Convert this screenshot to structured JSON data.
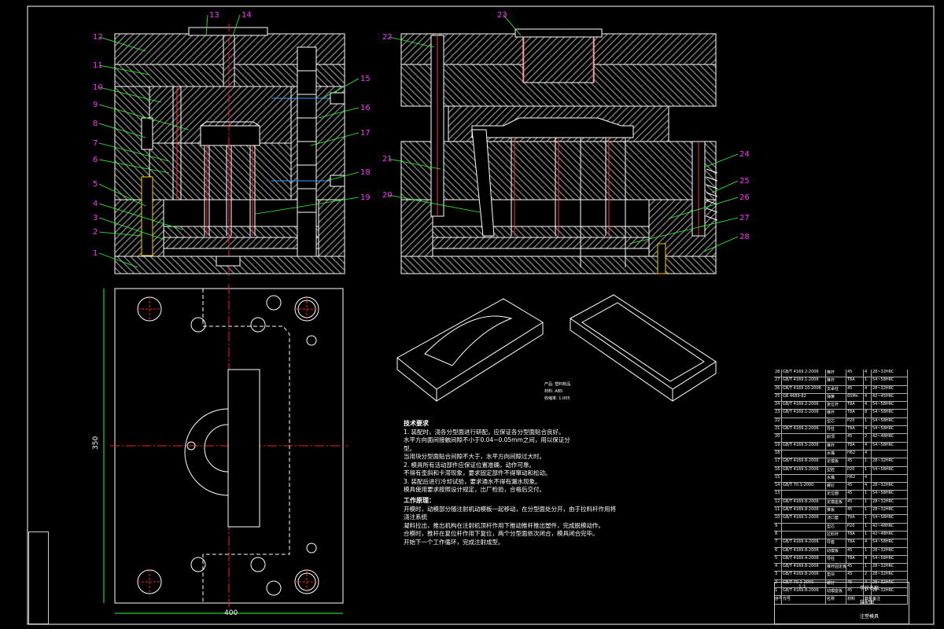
{
  "drawing": {
    "part_numbers_left": [
      "1",
      "2",
      "3",
      "4",
      "5",
      "6",
      "7",
      "8",
      "9",
      "10",
      "11",
      "12",
      "13",
      "14"
    ],
    "part_numbers_mid": [
      "15",
      "16",
      "17",
      "18",
      "19"
    ],
    "part_numbers_right": [
      "20",
      "21",
      "22",
      "23",
      "24",
      "25",
      "26",
      "27",
      "28"
    ],
    "dim_width": "400",
    "dim_height": "350",
    "iso_label_1": "产品: 塑料制品",
    "iso_label_2": "材料: ABS",
    "iso_label_3": "收缩率: 1.005",
    "colors": {
      "background": "#000000",
      "line": "#ffffff",
      "balloon": "#ff33ff",
      "center": "#ff2020",
      "hatch": "#9a9a9a",
      "green": "#30ff30"
    }
  },
  "tech": {
    "title": "技术要求",
    "lines": [
      "1. 装配时，浇各分型面进行研配，应保证各分型面贴合良好。",
      "水平方向面间接触间隙不小于0.04~0.05mm之间，用以保证分型。",
      "当用块分型面贴合间隙不大于，水平方向间隙过大时。",
      "2. 模具所有活动部件应保证位置准确，动作可靠。",
      "不得有歪斜和卡滞现象，要求固定部件不得窜动和松动。",
      "3. 装配后进行冷却试验，要求通水不得有漏水现象。",
      "模具使用要求按照设计规定，出厂检验，合格后交付。"
    ]
  },
  "work": {
    "title": "工作原理：",
    "lines": [
      "开模时，动模部分随注射机动模板一起移动，在分型面处分开，由于拉料杆作用将浇注系统",
      "凝料拉出，推出机构在注射机顶杆作用下推动推杆推出塑件，完成脱模动作。",
      "合模时，推杆在复位杆作用下复位，两个分型面依次闭合，模具闭合完毕。",
      "开始下一个工作循环，完成注射成型。"
    ]
  },
  "bom": {
    "rows": [
      [
        "28",
        "GB/T 4169.2-2006",
        "推杆",
        "45",
        "4",
        "28~32HRC"
      ],
      [
        "27",
        "GB/T 4169.1-2006",
        "推杆",
        "T8A",
        "1",
        "54~58HRC"
      ],
      [
        "26",
        "GB/T 4169.10-2006",
        "支承柱",
        "45",
        "4",
        "28~32HRC"
      ],
      [
        "25",
        "GB 4689-82",
        "弹簧",
        "65Mn",
        "4",
        "42~45HRC"
      ],
      [
        "24",
        "GB/T 4169.2-2006",
        "复位杆",
        "T8A",
        "4",
        "54~58HRC"
      ],
      [
        "23",
        "GB/T 4169.1-2006",
        "推杆",
        "T8A",
        "8",
        "54~58HRC"
      ],
      [
        "22",
        "",
        "型芯",
        "P20",
        "1",
        "54~58HRC"
      ],
      [
        "21",
        "GB/T 4169.2-2006",
        "导柱",
        "T8A",
        "4",
        "54~58HRC"
      ],
      [
        "20",
        "",
        "斜顶",
        "45",
        "2",
        "42~48HRC"
      ],
      [
        "19",
        "GB/T 4169.5-2006",
        "推杆",
        "T8A",
        "4",
        "54~58HRC"
      ],
      [
        "18",
        "",
        "水嘴",
        "H62",
        "4",
        ""
      ],
      [
        "17",
        "GB/T 4169.8-2006",
        "定模板",
        "45",
        "1",
        "28~32HRC"
      ],
      [
        "16",
        "GB/T 4169.5-2006",
        "型腔",
        "P20",
        "1",
        "54~58HRC"
      ],
      [
        "15",
        "",
        "水嘴",
        "H62",
        "4",
        ""
      ],
      [
        "14",
        "GB/T 70.1-2000",
        "螺钉",
        "45",
        "4",
        "28~32HRC"
      ],
      [
        "13",
        "",
        "定位圈",
        "45",
        "1",
        "54~58HRC"
      ],
      [
        "12",
        "GB/T 4169.8-2006",
        "定模座板",
        "45",
        "1",
        "28~32HRC"
      ],
      [
        "11",
        "GB/T 4169.8-2006",
        "推板",
        "45",
        "1",
        "28~32HRC"
      ],
      [
        "10",
        "GB/T 4169.5-2006",
        "浇口套",
        "T8A",
        "1",
        "54~58HRC"
      ],
      [
        "9",
        "",
        "型芯",
        "P20",
        "1",
        "42~48HRC"
      ],
      [
        "8",
        "",
        "拉料杆",
        "T8A",
        "1",
        "42~48HRC"
      ],
      [
        "7",
        "GB/T 4169.4-2006",
        "导套",
        "T8A",
        "4",
        "54~58HRC"
      ],
      [
        "6",
        "GB/T 4169.8-2006",
        "动模板",
        "45",
        "1",
        "28~32HRC"
      ],
      [
        "5",
        "GB/T 4169.4-2006",
        "导柱",
        "T8A",
        "4",
        "54~58HRC"
      ],
      [
        "4",
        "GB/T 4169.8-2006",
        "推杆固定板",
        "45",
        "1",
        "28~32HRC"
      ],
      [
        "3",
        "GB/T 4169.8-2006",
        "垫块",
        "45",
        "2",
        "28~32HRC"
      ],
      [
        "2",
        "GB/T 70.1-2000",
        "螺钉",
        "45",
        "4",
        "28~32HRC"
      ],
      [
        "1",
        "GB/T 4169.8-2006",
        "动模座板",
        "45",
        "1",
        "28~32HRC"
      ]
    ],
    "header": [
      "序号",
      "代号",
      "名称",
      "材料",
      "数量",
      "备注"
    ]
  },
  "title_block": {
    "school": "学校名称",
    "drawing_name": "装配图",
    "subtitle": "注塑模具",
    "scale": "1:1"
  }
}
